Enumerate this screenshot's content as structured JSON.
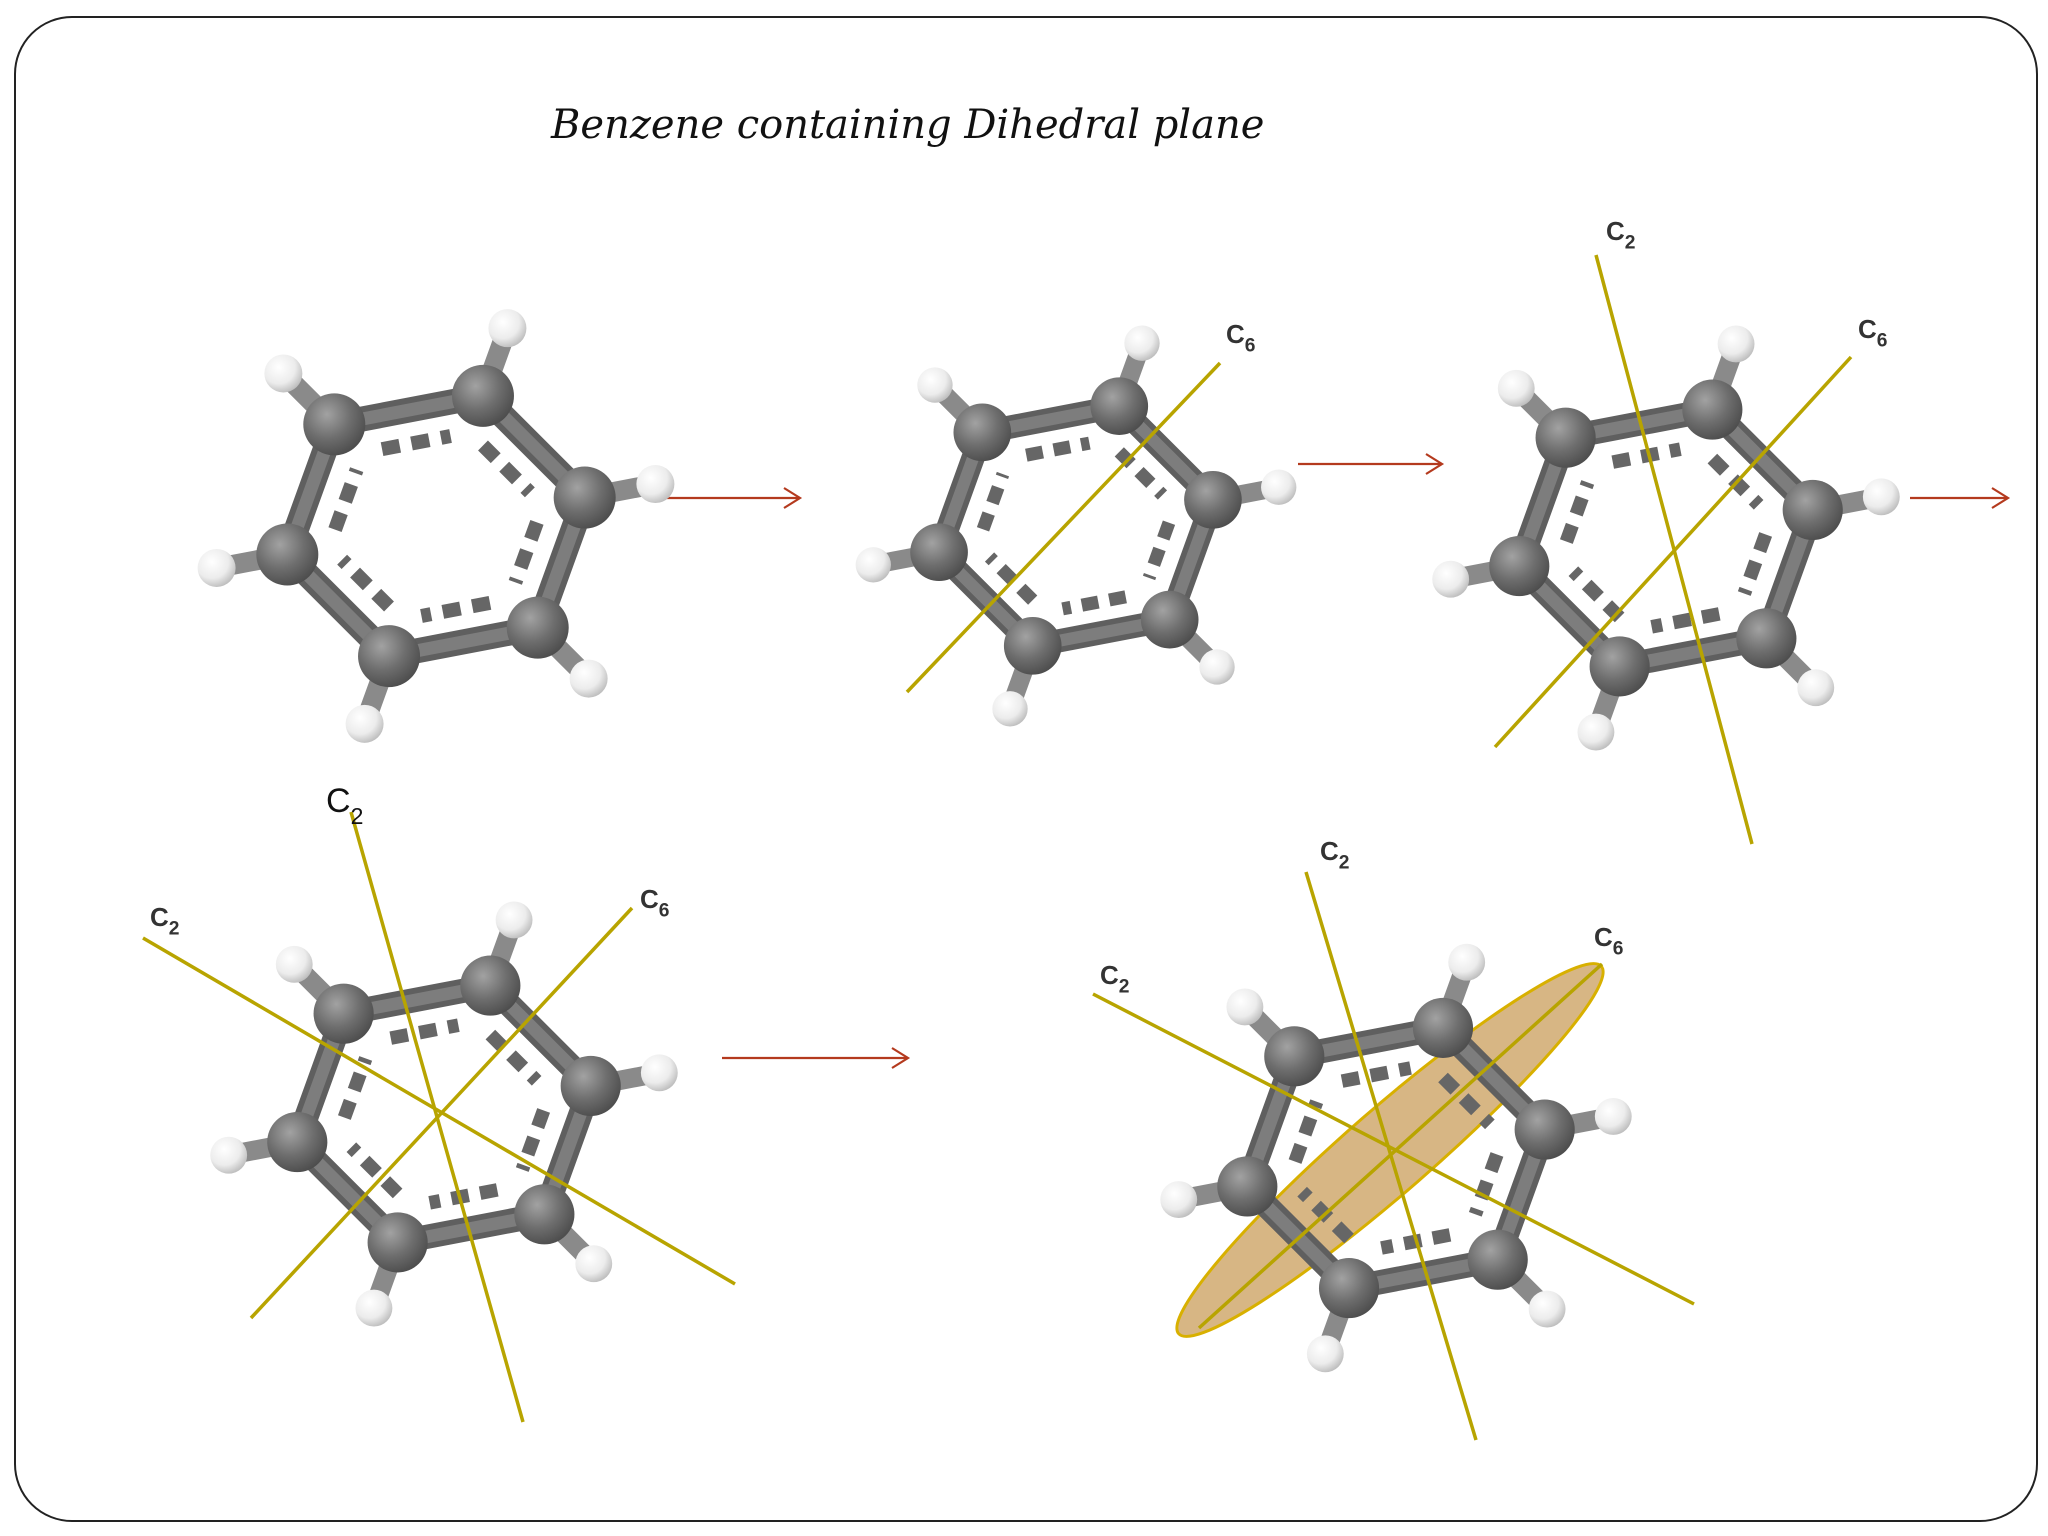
{
  "slide": {
    "title": "Benzene containing Dihedral plane"
  },
  "labels": {
    "c6": "C6",
    "c2": "C2"
  },
  "colors": {
    "carbon": "#6e6e6e",
    "hydrogen": "#eeeeee",
    "axis": "#b8a400",
    "arrow": "#b43a1e",
    "plane": "#c89a55"
  },
  "panels": [
    {
      "id": "benzene-plain",
      "c6_axis": false,
      "c2_axes": 0,
      "dihedral_plane": false
    },
    {
      "id": "benzene-c6",
      "c6_axis": true,
      "c2_axes": 0,
      "dihedral_plane": false
    },
    {
      "id": "benzene-c6-c2",
      "c6_axis": true,
      "c2_axes": 1,
      "dihedral_plane": false
    },
    {
      "id": "benzene-c6-two-c2",
      "c6_axis": true,
      "c2_axes": 2,
      "dihedral_plane": false
    },
    {
      "id": "benzene-dihedral-plane",
      "c6_axis": true,
      "c2_axes": 2,
      "dihedral_plane": true
    }
  ]
}
